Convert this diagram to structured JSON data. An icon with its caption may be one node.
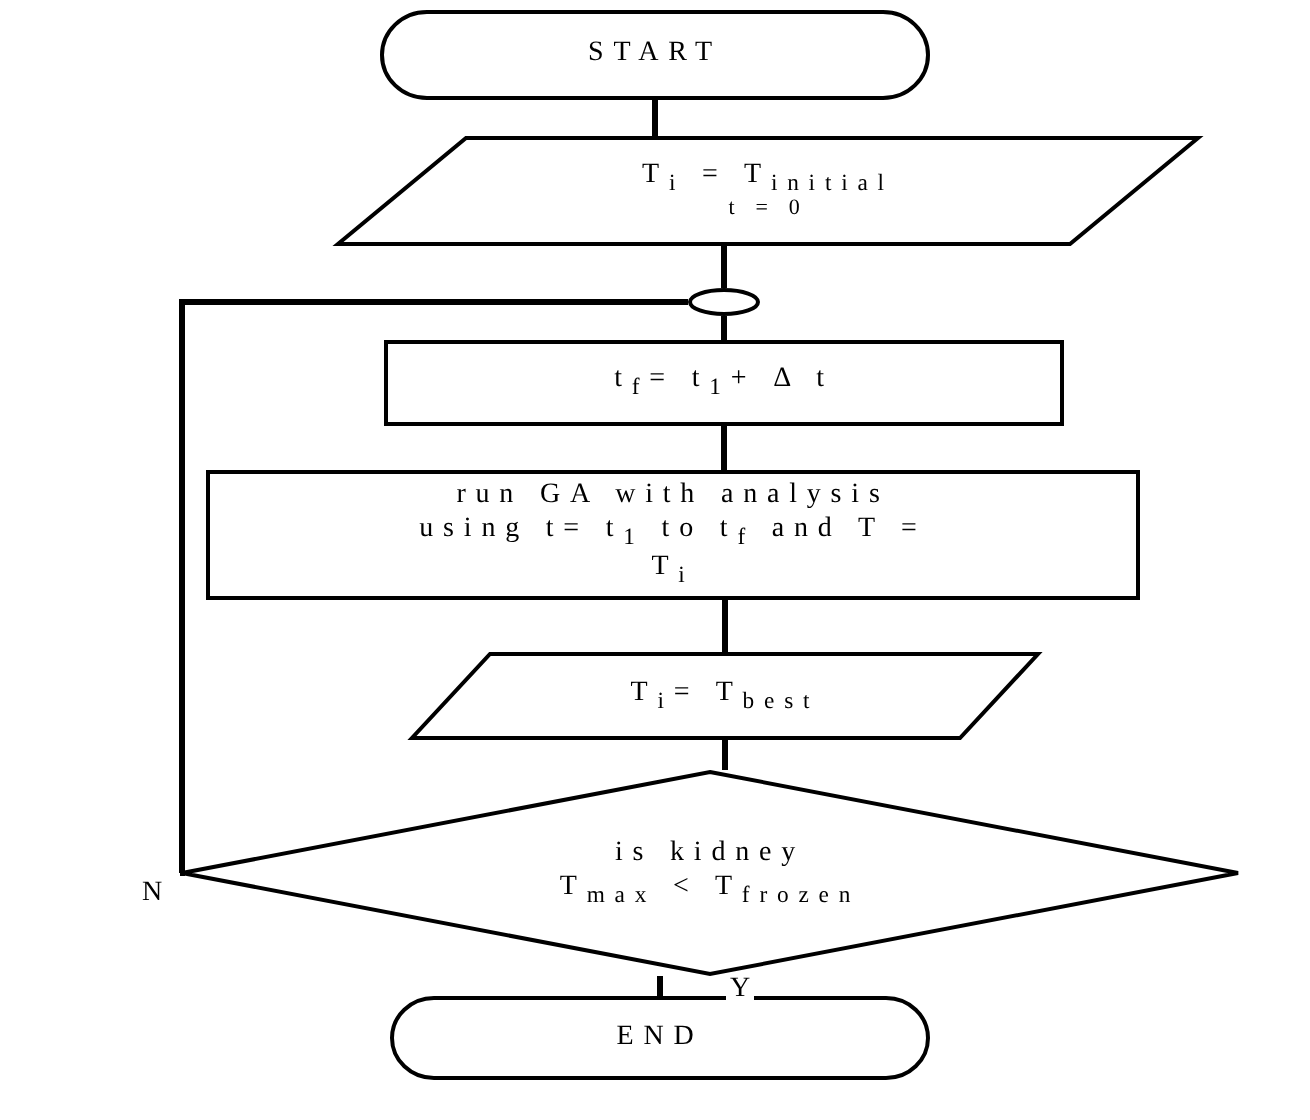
{
  "diagram": {
    "nodes": [
      {
        "text": [
          "START"
        ]
      },
      {
        "text": [
          "T$_{i}$ = T$_{initial}$",
          "t = 0"
        ]
      },
      {
        "text": [],
        "shape": "circle"
      },
      {
        "text": [
          "t$_{f}$= t$_{1}$+ Δ t"
        ]
      },
      {
        "text": [
          "run GA with analysis using t= t$_{1}$ to t$_{f}$ and T = T$_{i}$"
        ]
      },
      {
        "text": [
          "T$_{i}$= T$_{best}$"
        ]
      },
      {
        "text": [
          "is kidney",
          "T$_{max}$ < T$_{frozen}$"
        ]
      },
      {
        "text": [
          "END"
        ]
      }
    ],
    "edges": [
      {
        "from": 0,
        "to": 1,
        "arrow": "none"
      },
      {
        "from": 1,
        "to": 2,
        "arrow": "none"
      },
      {
        "from": 2,
        "to": 3,
        "arrow": "none"
      },
      {
        "from": 3,
        "to": 4,
        "arrow": "none"
      },
      {
        "from": 4,
        "to": 5,
        "arrow": "none"
      },
      {
        "from": 5,
        "to": 6,
        "arrow": "none"
      },
      {
        "from": 6,
        "to": 7,
        "label": "Y",
        "arrow": "none"
      },
      {
        "from": 6,
        "to": 2,
        "label": "N",
        "arrow": "none"
      }
    ]
  }
}
